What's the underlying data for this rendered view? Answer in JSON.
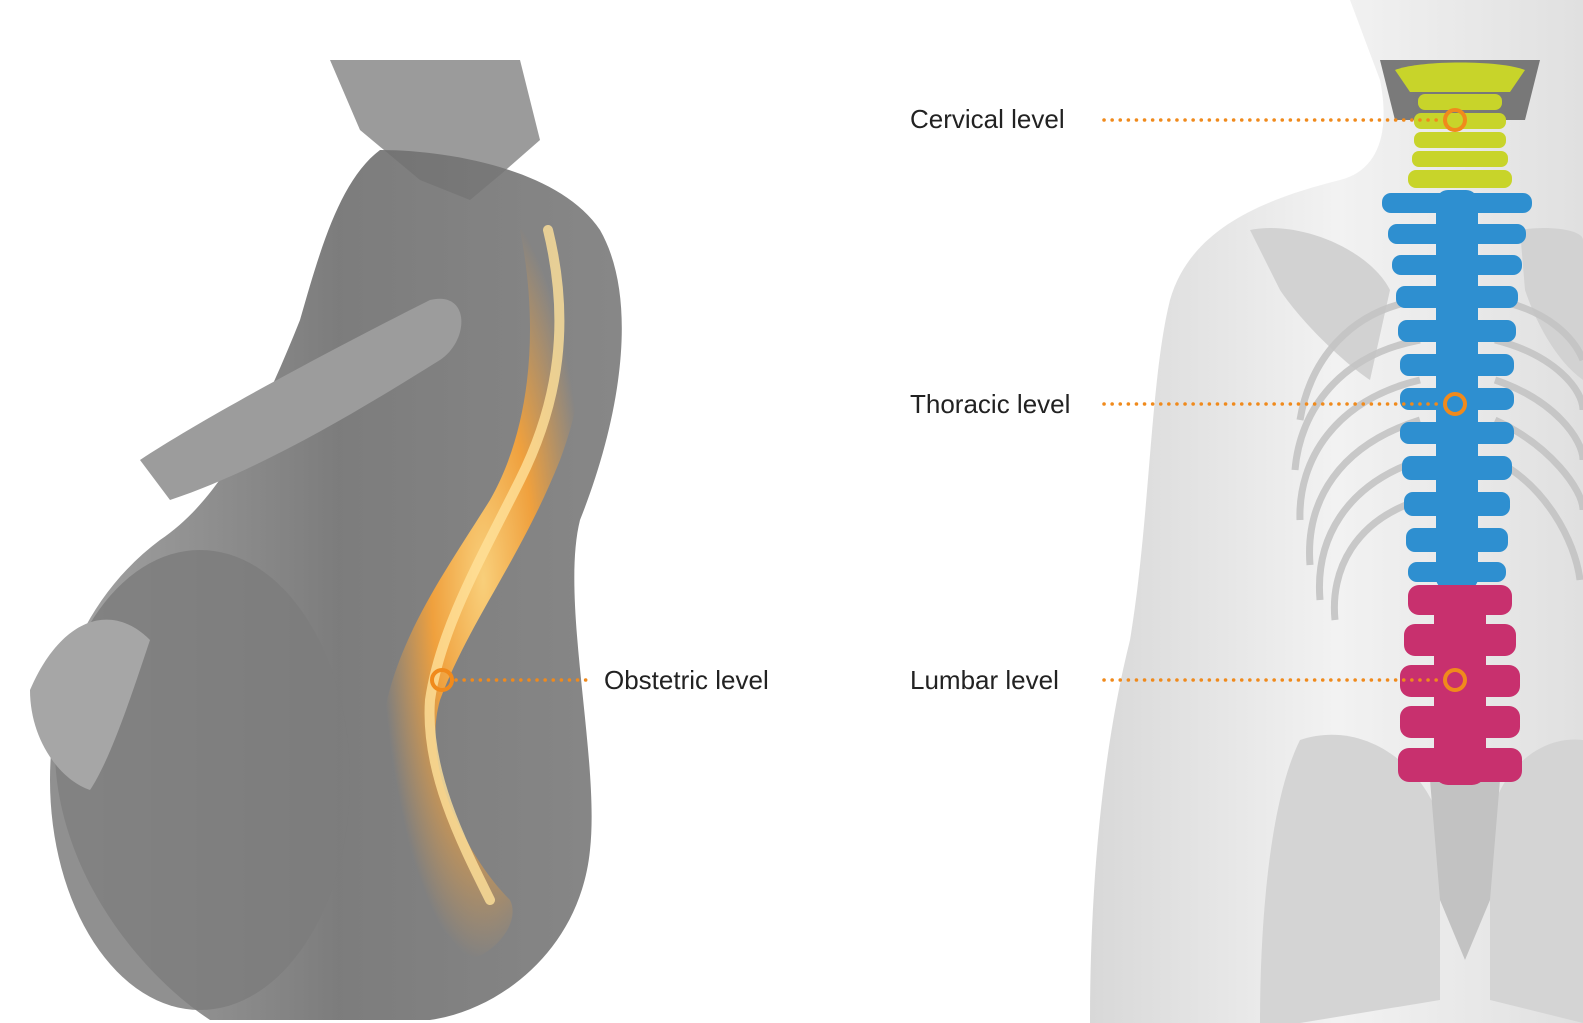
{
  "labels": {
    "obstetric": "Obstetric level",
    "cervical": "Cervical level",
    "thoracic": "Thoracic level",
    "lumbar": "Lumbar level"
  },
  "colors": {
    "marker": "#f08a1c",
    "cervical": "#c8d42a",
    "thoracic": "#2e8fd0",
    "lumbar": "#c8306e",
    "spine_glow": "#f5a23a",
    "body_gray": "#6b6b6b",
    "skeleton": "#e4e4e4"
  }
}
